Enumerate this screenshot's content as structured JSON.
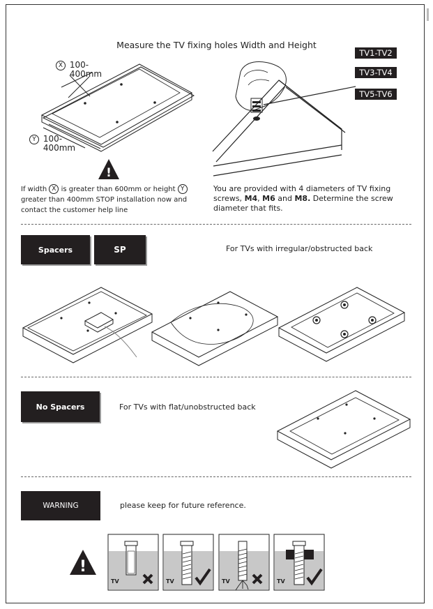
{
  "top": {
    "heading": "Measure the TV fixing holes Width and Height",
    "width_label": "X",
    "width_range": "100-\n400mm",
    "height_label": "Y",
    "height_range": "100-\n400mm",
    "tv_tags": [
      "TV1-TV2",
      "TV3-TV4",
      "TV5-TV6"
    ],
    "stop_text": {
      "p1": "If width ",
      "x": "X",
      "p2": " is greater than 600mm or height ",
      "y": "Y",
      "p3": " greater than 400mm STOP installation now and contact the customer help line"
    },
    "screw_text": {
      "p1": "You are provided with 4 diameters of TV fixing screws, ",
      "m4": "M4",
      "sep1": ", ",
      "m6": "M6",
      "sep2": " and ",
      "m8": "M8.",
      "p2": " Determine the screw diameter that fits."
    }
  },
  "spacers": {
    "label": "Spacers",
    "code": "SP",
    "note": "For TVs with irregular/obstructed back"
  },
  "no_spacers": {
    "label": "No Spacers",
    "note": "For TVs with flat/unobstructed back"
  },
  "warning": {
    "label": "WARNING",
    "note": "please keep for future reference.",
    "panel_labels": [
      "TV",
      "TV",
      "TV",
      "TV"
    ]
  },
  "colors": {
    "block": "#231f20",
    "line": "#222222",
    "panel_bg": "#c8c8c8"
  }
}
